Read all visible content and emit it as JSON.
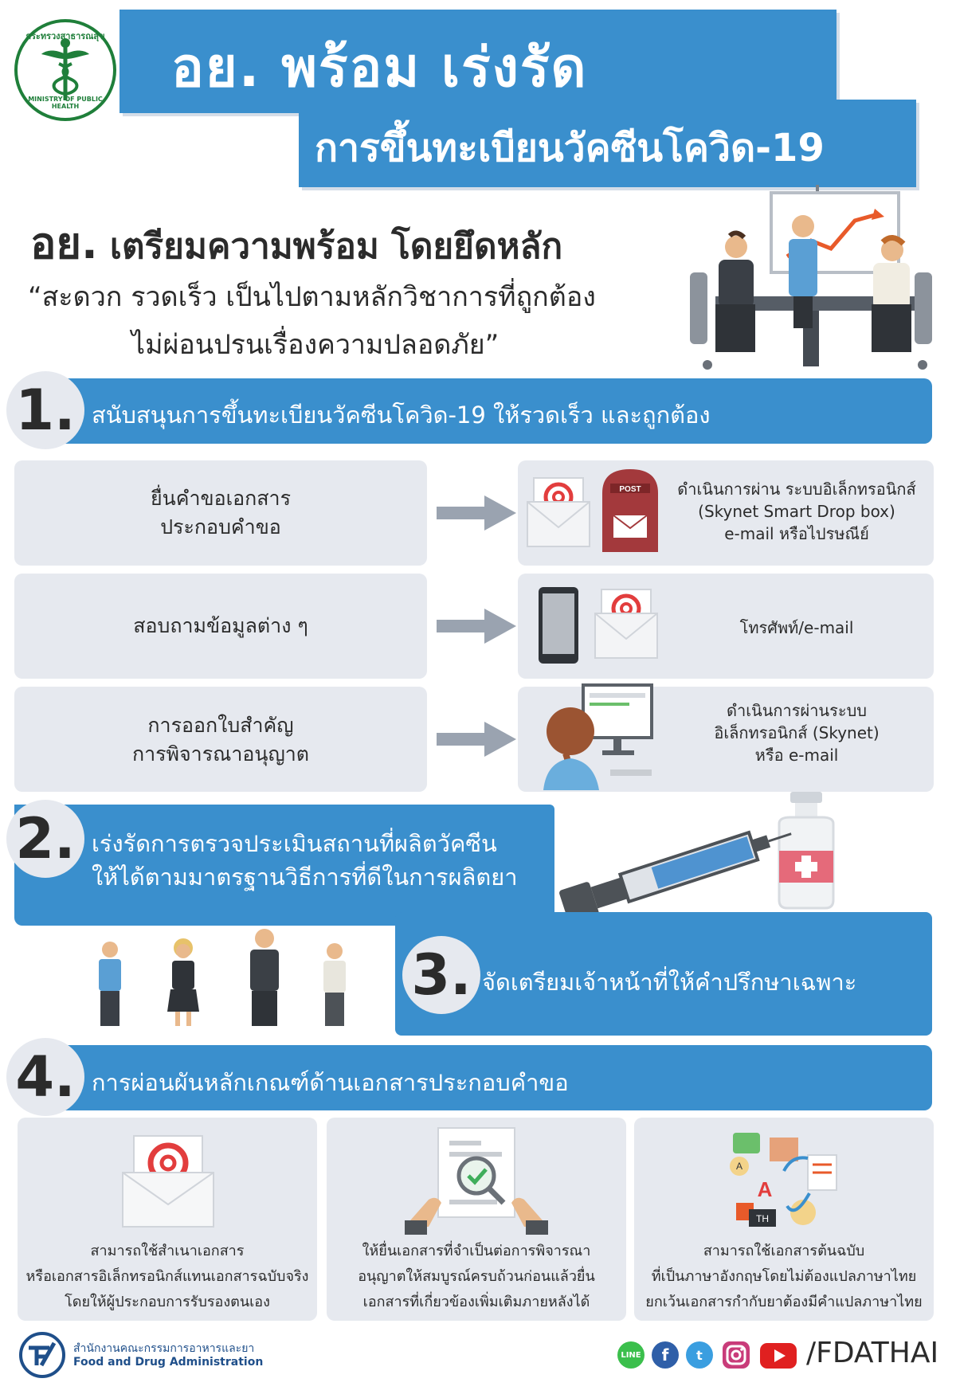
{
  "header": {
    "logo_text_top": "กระทรวงสาธารณสุข",
    "logo_text_bottom": "MINISTRY OF PUBLIC HEALTH",
    "title_line1": "อย. พร้อม เร่งรัด",
    "title_line2": "การขึ้นทะเบียนวัคซีนโควิด-19"
  },
  "intro": {
    "prefix": "อย.",
    "heading": "เตรียมความพร้อม โดยยึดหลัก",
    "quote_line1": "“สะดวก รวดเร็ว เป็นไปตามหลักวิชาการที่ถูกต้อง",
    "quote_line2": "ไม่ผ่อนปรนเรื่องความปลอดภัย”"
  },
  "section1": {
    "number": "1.",
    "title": "สนับสนุนการขึ้นทะเบียนวัคซีนโควิด-19 ให้รวดเร็ว และถูกต้อง",
    "rows": [
      {
        "left_line1": "ยื่นคำขอเอกสาร",
        "left_line2": "ประกอบคำขอ",
        "right_line1": "ดำเนินการผ่าน ระบบอิเล็กทรอนิกส์",
        "right_line2": "(Skynet Smart Drop box)",
        "right_line3": "e-mail หรือไปรษณีย์",
        "post_label": "POST"
      },
      {
        "left_line1": "สอบถามข้อมูลต่าง ๆ",
        "right_line1": "โทรศัพท์/e-mail"
      },
      {
        "left_line1": "การออกใบสำคัญ",
        "left_line2": "การพิจารณาอนุญาต",
        "right_line1": "ดำเนินการผ่านระบบ",
        "right_line2": "อิเล็กทรอนิกส์ (Skynet)",
        "right_line3": "หรือ e-mail"
      }
    ]
  },
  "section2": {
    "number": "2.",
    "line1": "เร่งรัดการตรวจประเมินสถานที่ผลิตวัคซีน",
    "line2": "ให้ได้ตามมาตรฐานวิธีการที่ดีในการผลิตยา"
  },
  "section3": {
    "number": "3.",
    "title": "จัดเตรียมเจ้าหน้าที่ให้คำปรึกษาเฉพาะ"
  },
  "section4": {
    "number": "4.",
    "title": "การผ่อนผันหลักเกณฑ์ด้านเอกสารประกอบคำขอ",
    "cards": [
      {
        "line1": "สามารถใช้สำเนาเอกสาร",
        "line2": "หรือเอกสารอิเล็กทรอนิกส์แทนเอกสารฉบับจริง",
        "line3": "โดยให้ผู้ประกอบการรับรองตนเอง"
      },
      {
        "line1": "ให้ยื่นเอกสารที่จำเป็นต่อการพิจารณา",
        "line2": "อนุญาตให้สมบูรณ์ครบถ้วนก่อนแล้วยื่น",
        "line3": "เอกสารที่เกี่ยวข้องเพิ่มเติมภายหลังได้"
      },
      {
        "line1": "สามารถใช้เอกสารต้นฉบับ",
        "line2": "ที่เป็นภาษาอังกฤษโดยไม่ต้องแปลภาษาไทย",
        "line3": "ยกเว้นเอกสารกำกับยาต้องมีคำแปลภาษาไทย"
      }
    ]
  },
  "footer": {
    "org_th": "สำนักงานคณะกรรมการอาหารและยา",
    "org_en": "Food and Drug Administration",
    "line_label": "LINE",
    "handle": "/FDATHAI"
  },
  "colors": {
    "primary_blue": "#3a8fcd",
    "panel_gray": "#e6e9ef",
    "moph_green": "#1f7f3a"
  }
}
